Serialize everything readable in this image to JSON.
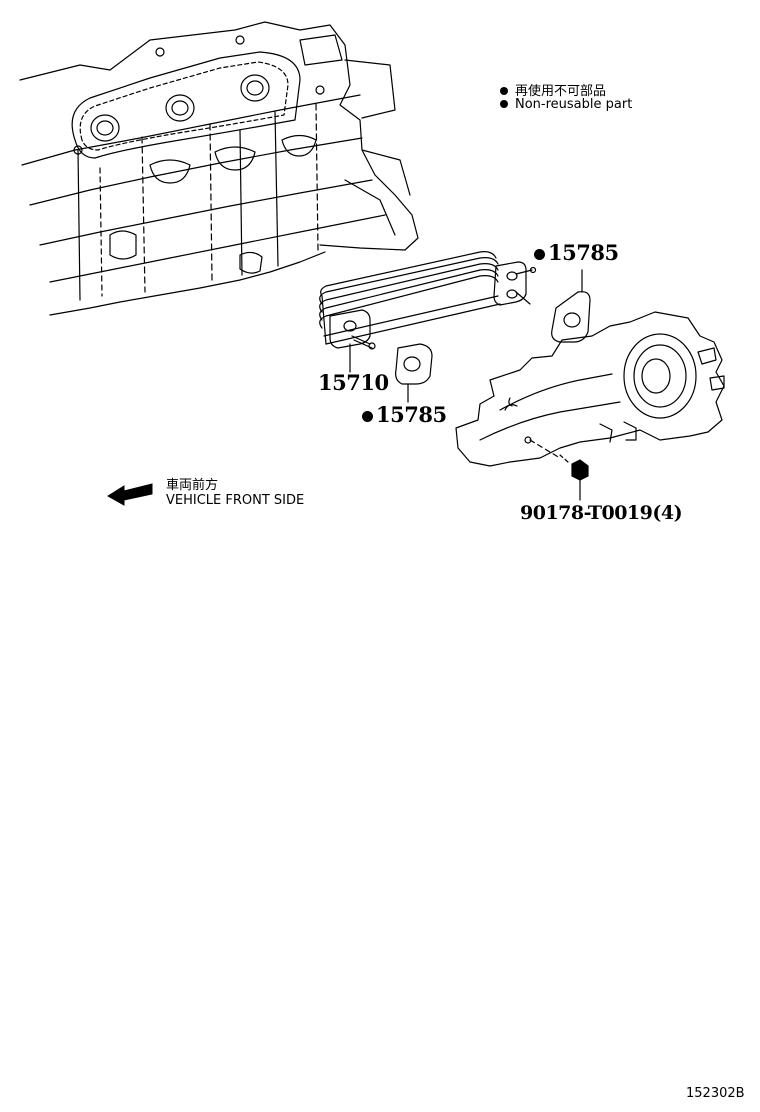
{
  "legend": {
    "jp": "再使用不可部品",
    "en": "Non-reusable part"
  },
  "direction": {
    "jp": "車両前方",
    "en": "VEHICLE FRONT SIDE"
  },
  "parts": {
    "gasket_upper": "15785",
    "oil_cooler": "15710",
    "gasket_lower": "15785",
    "bolt": "90178-T0019(4)"
  },
  "figure_id": "152302B"
}
